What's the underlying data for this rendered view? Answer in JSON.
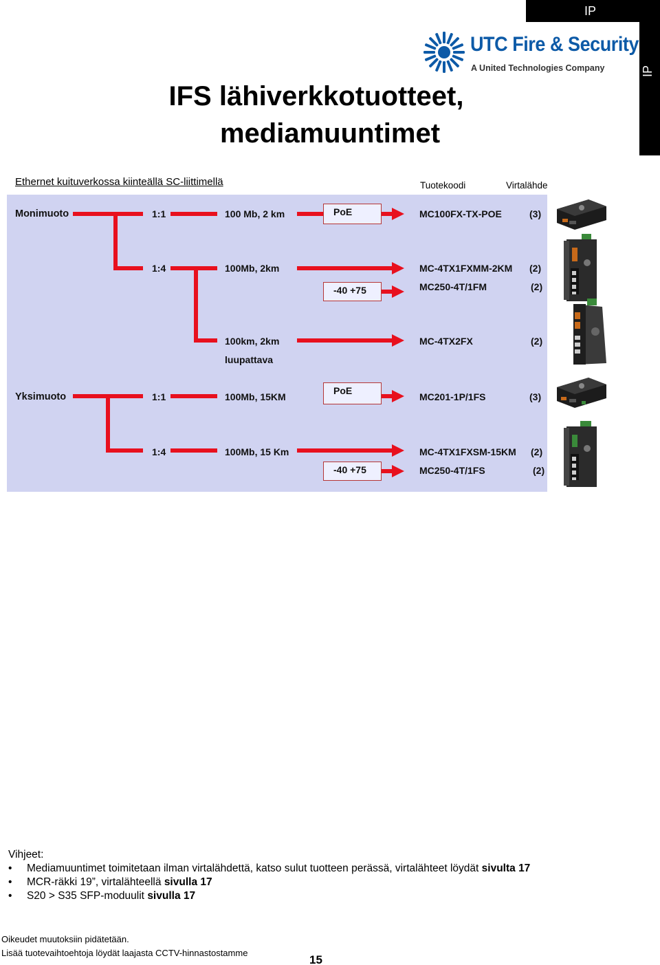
{
  "tab": {
    "label": "IP",
    "side_label": "IP"
  },
  "logo": {
    "wordmark": "UTC Fire & Security",
    "tagline": "A United Technologies Company"
  },
  "title": {
    "line1": "IFS lähiverkkotuotteet,",
    "line2": "mediamuuntimet"
  },
  "section_heading": "Ethernet kuituverkossa kiinteällä SC-liittimellä",
  "columns": {
    "product": "Tuotekoodi",
    "power": "Virtalähde"
  },
  "diagram": {
    "multimode_label": "Monimuoto",
    "singlemode_label": "Yksimuoto",
    "rows": [
      {
        "ratio": "1:1",
        "spec": "100 Mb, 2 km",
        "box": "PoE",
        "product": "MC100FX-TX-POE",
        "power": "(3)"
      },
      {
        "ratio": "1:4",
        "spec": "100Mb, 2km",
        "box": "",
        "product": "MC-4TX1FXMM-2KM",
        "power": "(2)"
      },
      {
        "ratio": "",
        "spec": "",
        "box": "-40  +75",
        "product": "MC250-4T/1FM",
        "power": "(2)"
      },
      {
        "ratio": "",
        "spec": "100km, 2km",
        "box": "",
        "product": "MC-4TX2FX",
        "power": "(2)"
      },
      {
        "ratio": "",
        "spec": "luupattava",
        "box": "",
        "product": "",
        "power": ""
      },
      {
        "ratio": "1:1",
        "spec": "100Mb, 15KM",
        "box": "PoE",
        "product": "MC201-1P/1FS",
        "power": "(3)"
      },
      {
        "ratio": "1:4",
        "spec": "100Mb, 15 Km",
        "box": "",
        "product": "MC-4TX1FXSM-15KM",
        "power": "(2)"
      },
      {
        "ratio": "",
        "spec": "",
        "box": "-40  +75",
        "product": "MC250-4T/1FS",
        "power": "(2)"
      }
    ],
    "colors": {
      "line": "#e8101e",
      "panel": "#d0d3f1"
    }
  },
  "hints": {
    "heading": "Vihjeet:",
    "items": [
      {
        "text": "Mediamuuntimet toimitetaan ilman virtalähdettä, katso sulut tuotteen perässä, virtalähteet löydät ",
        "bold": "sivulta 17"
      },
      {
        "text": "MCR-räkki 19”, virtalähteellä ",
        "bold": "sivulla 17"
      },
      {
        "text": "S20 > S35 SFP-moduulit ",
        "bold": "sivulla 17"
      }
    ]
  },
  "footer": {
    "line1": "Oikeudet muutoksiin pidätetään.",
    "line2": "Lisää tuotevaihtoehtoja löydät laajasta CCTV-hinnastostamme",
    "page": "15"
  }
}
